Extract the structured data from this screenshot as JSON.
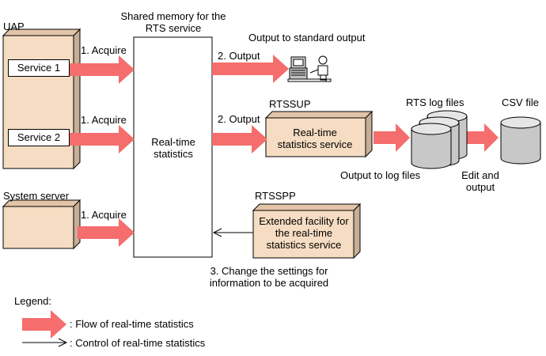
{
  "shared_memory": {
    "title": "Shared memory for the RTS service",
    "body": "Real-time statistics"
  },
  "uap": {
    "title": "UAP",
    "service1": "Service 1",
    "service2": "Service 2"
  },
  "system_server": {
    "title": "System server"
  },
  "labels": {
    "acquire1": "1. Acquire",
    "acquire2": "1. Acquire",
    "acquire3": "1. Acquire",
    "output1": "2. Output",
    "output2": "2. Output",
    "stdout": "Output to standard output",
    "output_log": "Output to log files",
    "edit_output": "Edit and output",
    "change_settings": "3. Change the settings for information to be acquired"
  },
  "rtssup": {
    "name": "RTSSUP",
    "body": "Real-time statistics service"
  },
  "rtsspp": {
    "name": "RTSSPP",
    "body": "Extended facility for the real-time statistics service"
  },
  "rts_logs": {
    "title": "RTS log files"
  },
  "csv": {
    "title": "CSV file"
  },
  "legend": {
    "title": "Legend:",
    "flow": ": Flow of real-time statistics",
    "control": ": Control of real-time statistics"
  },
  "colors": {
    "arrow": "#f56d6d",
    "box_fill": "#f5dcc2",
    "box_side": "#c7ae96",
    "cylinder": "#c8c8c8"
  }
}
